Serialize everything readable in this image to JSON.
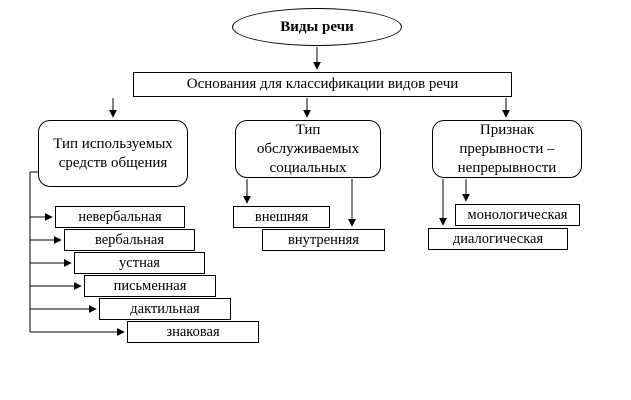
{
  "diagram": {
    "root_label": "Виды речи",
    "basis_label": "Основания для классификации видов речи",
    "branches": [
      {
        "title_lines": [
          "Тип используемых",
          "средств общения"
        ],
        "items": [
          "невербальная",
          "вербальная",
          "устная",
          "письменная",
          "дактильная",
          "знаковая"
        ]
      },
      {
        "title_lines": [
          "Тип",
          "обслуживаемых",
          "социальных"
        ],
        "items": [
          "внешняя",
          "внутренняя"
        ]
      },
      {
        "title_lines": [
          "Признак",
          "прерывности –",
          "непрерывности"
        ],
        "items": [
          "монологическая",
          "диалогическая"
        ]
      }
    ],
    "colors": {
      "line": "#000000",
      "border": "#000000",
      "background": "#ffffff"
    }
  }
}
